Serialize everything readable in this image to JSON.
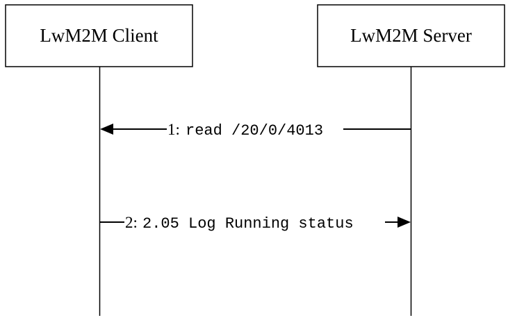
{
  "participants": {
    "client": {
      "label": "LwM2M Client"
    },
    "server": {
      "label": "LwM2M Server"
    }
  },
  "messages": [
    {
      "number": "1:",
      "text": "read /20/0/4013",
      "from": "server",
      "to": "client"
    },
    {
      "number": "2:",
      "text": "2.05 Log Running status",
      "from": "client",
      "to": "server"
    }
  ]
}
